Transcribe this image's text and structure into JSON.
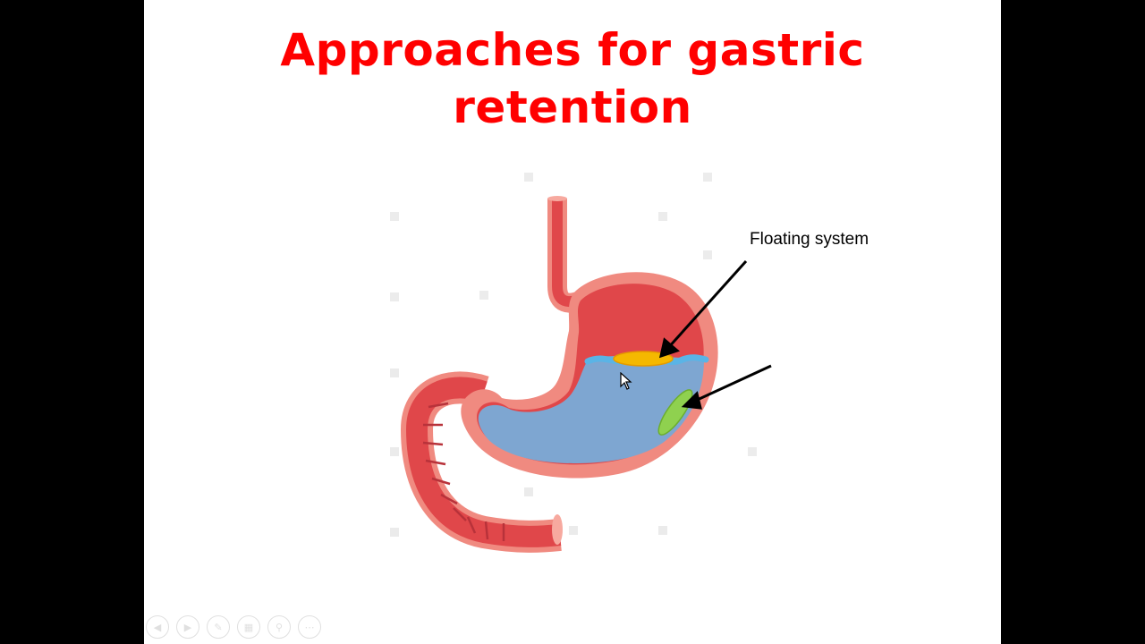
{
  "slide": {
    "title_line1": "Approaches for gastric",
    "title_line2": "retention",
    "callout": "Floating system"
  },
  "colors": {
    "title": "#ff0000",
    "stomach_wall": "#f08a80",
    "stomach_tissue": "#e0474a",
    "gastric_fluid": "#7ea6d1",
    "fluid_surface": "#5ab4e6",
    "floating_tablet": "#f5b800",
    "mucoadhesive_capsule": "#8fd14f"
  },
  "controls": {
    "items": [
      "previous-slide-button",
      "next-slide-button",
      "pen-tool-button",
      "see-all-slides-button",
      "zoom-button",
      "more-options-button"
    ]
  }
}
